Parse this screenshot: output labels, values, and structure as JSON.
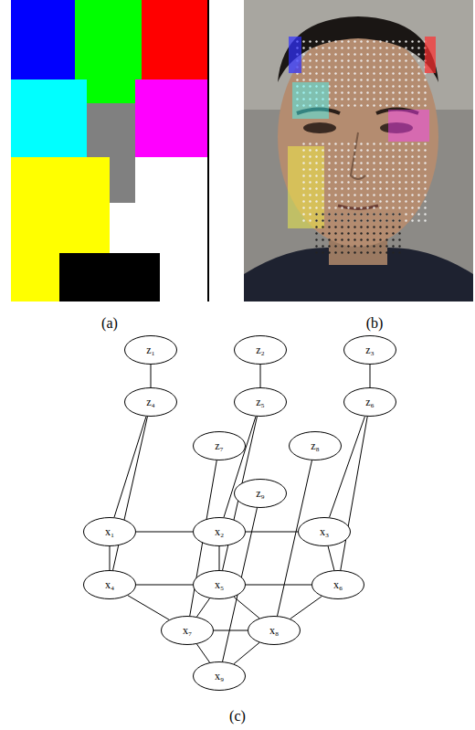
{
  "diagram": {
    "nodes": [
      {
        "text": [
          "z₁"
        ]
      },
      {
        "text": [
          "z₂"
        ]
      },
      {
        "text": [
          "z₃"
        ]
      },
      {
        "text": [
          "z₄"
        ]
      },
      {
        "text": [
          "z₅"
        ]
      },
      {
        "text": [
          "z₆"
        ]
      },
      {
        "text": [
          "z₇"
        ]
      },
      {
        "text": [
          "z₈"
        ]
      },
      {
        "text": [
          "z₉"
        ]
      },
      {
        "text": [
          "x₁"
        ]
      },
      {
        "text": [
          "x₂"
        ]
      },
      {
        "text": [
          "x₃"
        ]
      },
      {
        "text": [
          "x₄"
        ]
      },
      {
        "text": [
          "x₅"
        ]
      },
      {
        "text": [
          "x₆"
        ]
      },
      {
        "text": [
          "x₇"
        ]
      },
      {
        "text": [
          "x₈"
        ]
      },
      {
        "text": [
          "x₉"
        ]
      }
    ],
    "edges": [
      {
        "from": 0,
        "to": 3,
        "arrow": "none"
      },
      {
        "from": 1,
        "to": 4,
        "arrow": "none"
      },
      {
        "from": 2,
        "to": 5,
        "arrow": "none"
      },
      {
        "from": 3,
        "to": 9,
        "arrow": "none"
      },
      {
        "from": 3,
        "to": 12,
        "arrow": "none"
      },
      {
        "from": 4,
        "to": 10,
        "arrow": "none"
      },
      {
        "from": 4,
        "to": 13,
        "arrow": "none"
      },
      {
        "from": 5,
        "to": 11,
        "arrow": "none"
      },
      {
        "from": 5,
        "to": 14,
        "arrow": "none"
      },
      {
        "from": 6,
        "to": 15,
        "arrow": "none"
      },
      {
        "from": 7,
        "to": 16,
        "arrow": "none"
      },
      {
        "from": 8,
        "to": 17,
        "arrow": "none"
      },
      {
        "from": 9,
        "to": 10,
        "arrow": "none"
      },
      {
        "from": 10,
        "to": 11,
        "arrow": "none"
      },
      {
        "from": 9,
        "to": 12,
        "arrow": "none"
      },
      {
        "from": 10,
        "to": 13,
        "arrow": "none"
      },
      {
        "from": 11,
        "to": 14,
        "arrow": "none"
      },
      {
        "from": 12,
        "to": 13,
        "arrow": "none"
      },
      {
        "from": 13,
        "to": 14,
        "arrow": "none"
      },
      {
        "from": 12,
        "to": 15,
        "arrow": "none"
      },
      {
        "from": 13,
        "to": 15,
        "arrow": "none"
      },
      {
        "from": 13,
        "to": 16,
        "arrow": "none"
      },
      {
        "from": 14,
        "to": 16,
        "arrow": "none"
      },
      {
        "from": 15,
        "to": 16,
        "arrow": "none"
      },
      {
        "from": 15,
        "to": 17,
        "arrow": "none"
      },
      {
        "from": 16,
        "to": 17,
        "arrow": "none"
      }
    ],
    "labels": [
      "(a)",
      "(b)",
      "(c)"
    ]
  }
}
